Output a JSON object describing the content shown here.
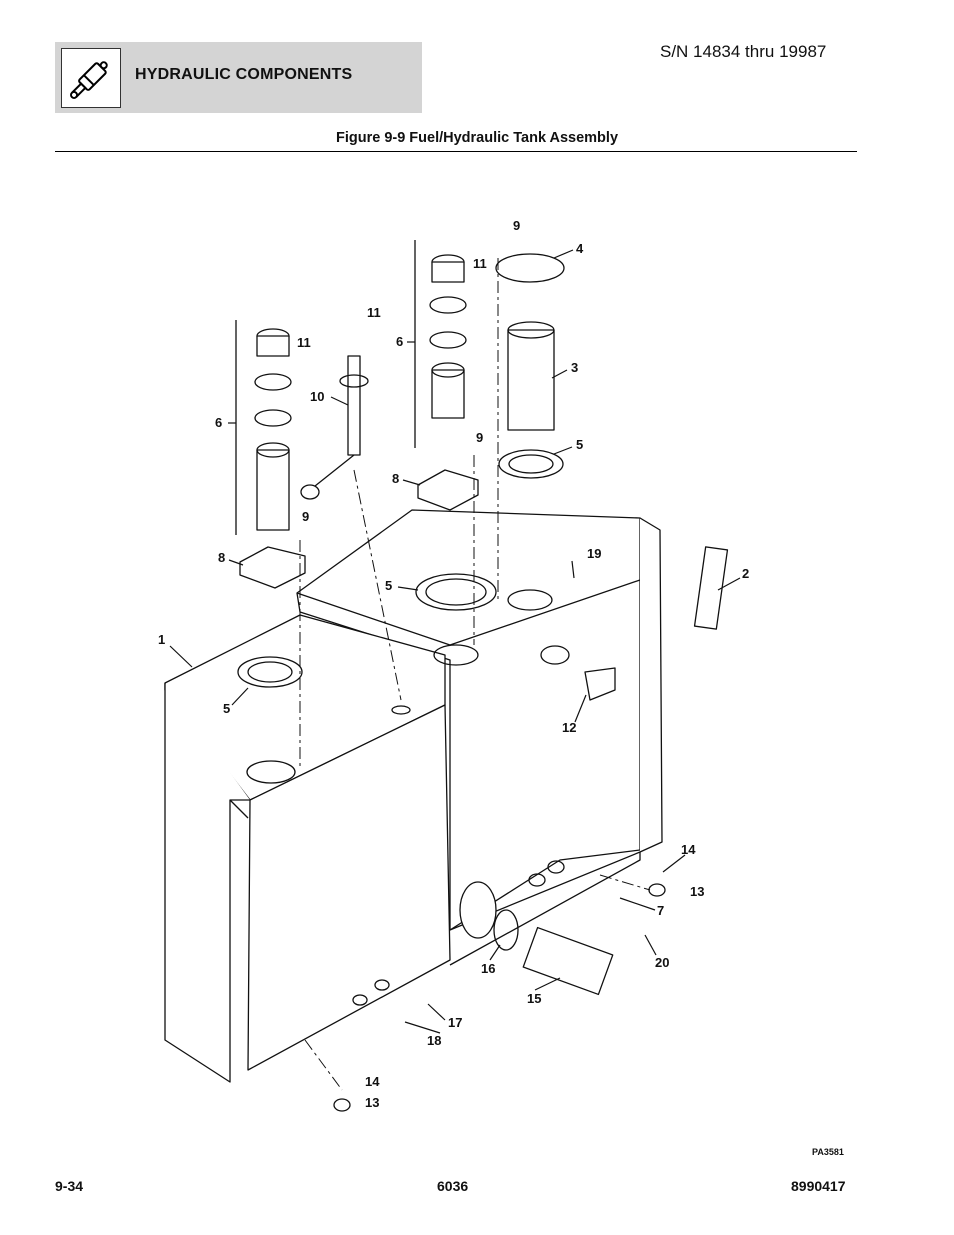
{
  "header": {
    "icon": "hydraulic-cylinder-icon",
    "section_title": "HYDRAULIC COMPONENTS",
    "serial_range": "S/N 14834 thru 19987"
  },
  "figure": {
    "title": "Figure 9-9 Fuel/Hydraulic Tank Assembly",
    "drawing_id": "PA3581",
    "callouts": [
      "1",
      "2",
      "3",
      "4",
      "5",
      "5",
      "5",
      "5",
      "6",
      "6",
      "7",
      "8",
      "8",
      "9",
      "9",
      "9",
      "9",
      "10",
      "11",
      "11",
      "11",
      "12",
      "13",
      "13",
      "14",
      "14",
      "15",
      "16",
      "17",
      "18",
      "19",
      "20"
    ]
  },
  "footer": {
    "page_number": "9-34",
    "model": "6036",
    "manual_number": "8990417"
  }
}
